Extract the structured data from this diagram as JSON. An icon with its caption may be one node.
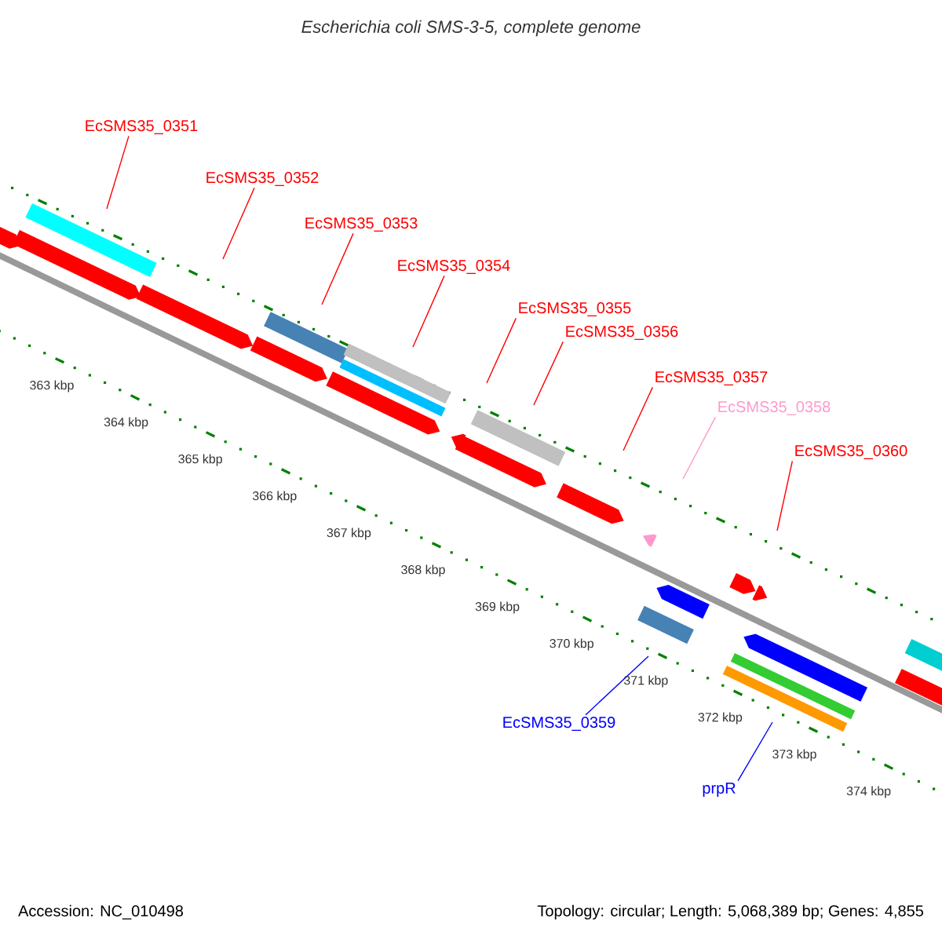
{
  "diagram": {
    "title": "Escherichia coli SMS-3-5, complete genome",
    "nodes": [
      {
        "text": [
          "EcSMS35_0351"
        ]
      },
      {
        "text": [
          "EcSMS35_0352"
        ]
      },
      {
        "text": [
          "EcSMS35_0353"
        ]
      },
      {
        "text": [
          "EcSMS35_0354"
        ]
      },
      {
        "text": [
          "EcSMS35_0355"
        ]
      },
      {
        "text": [
          "EcSMS35_0356"
        ]
      },
      {
        "text": [
          "EcSMS35_0357"
        ]
      },
      {
        "text": [
          "EcSMS35_0358"
        ]
      },
      {
        "text": [
          "EcSMS35_0360"
        ]
      },
      {
        "text": [
          "EcSMS35_0359"
        ]
      },
      {
        "text": [
          "prpR"
        ]
      }
    ],
    "edges": [
      {
        "from": 0,
        "to": null,
        "arrow": "none"
      },
      {
        "from": 1,
        "to": null,
        "arrow": "none"
      },
      {
        "from": 2,
        "to": null,
        "arrow": "none"
      },
      {
        "from": 3,
        "to": null,
        "arrow": "none"
      },
      {
        "from": 4,
        "to": null,
        "arrow": "none"
      },
      {
        "from": 5,
        "to": null,
        "arrow": "none"
      },
      {
        "from": 6,
        "to": null,
        "arrow": "none"
      },
      {
        "from": 7,
        "to": null,
        "arrow": "none",
        "color": "#ff99cc"
      },
      {
        "from": 8,
        "to": null,
        "arrow": "none"
      },
      {
        "from": 9,
        "to": null,
        "arrow": "none",
        "color": "#0000ff"
      },
      {
        "from": 10,
        "to": null,
        "arrow": "none",
        "color": "#0000ff"
      }
    ],
    "labels": [
      "363 kbp",
      "364 kbp",
      "365 kbp",
      "366 kbp",
      "367 kbp",
      "368 kbp",
      "369 kbp",
      "370 kbp",
      "371 kbp",
      "372 kbp",
      "373 kbp",
      "374 kbp",
      "Accession: NC_010498",
      "Topology: circular; Length: 5,068,389 bp; Genes: 4,855"
    ]
  }
}
